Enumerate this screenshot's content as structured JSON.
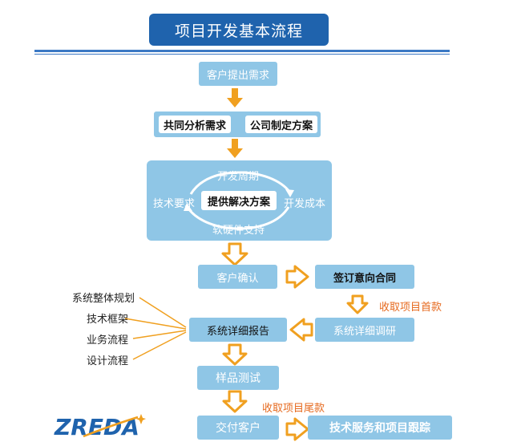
{
  "title": "项目开发基本流程",
  "steps": {
    "step1": "客户提出需求",
    "step2a": "共同分析需求",
    "step2b": "公司制定方案",
    "cycle_top": "开发周期",
    "cycle_left": "技术要求",
    "cycle_center": "提供解决方案",
    "cycle_right": "开发成本",
    "cycle_bottom": "软硬件支持",
    "confirm": "客户确认",
    "contract": "签订意向合同",
    "first_payment": "收取项目首款",
    "research": "系统详细调研",
    "report": "系统详细报告",
    "sample_test": "样品测试",
    "final_payment": "收取项目尾款",
    "deliver": "交付客户",
    "service": "技术服务和项目跟踪"
  },
  "report_items": [
    "系统整体规划",
    "技术框架",
    "业务流程",
    "设计流程"
  ],
  "logo": "ZREDA",
  "colors": {
    "title_bg": "#1f63ad",
    "box": "#8fc6e6",
    "arrow": "#f0a020",
    "accent_text": "#e66a1f"
  }
}
